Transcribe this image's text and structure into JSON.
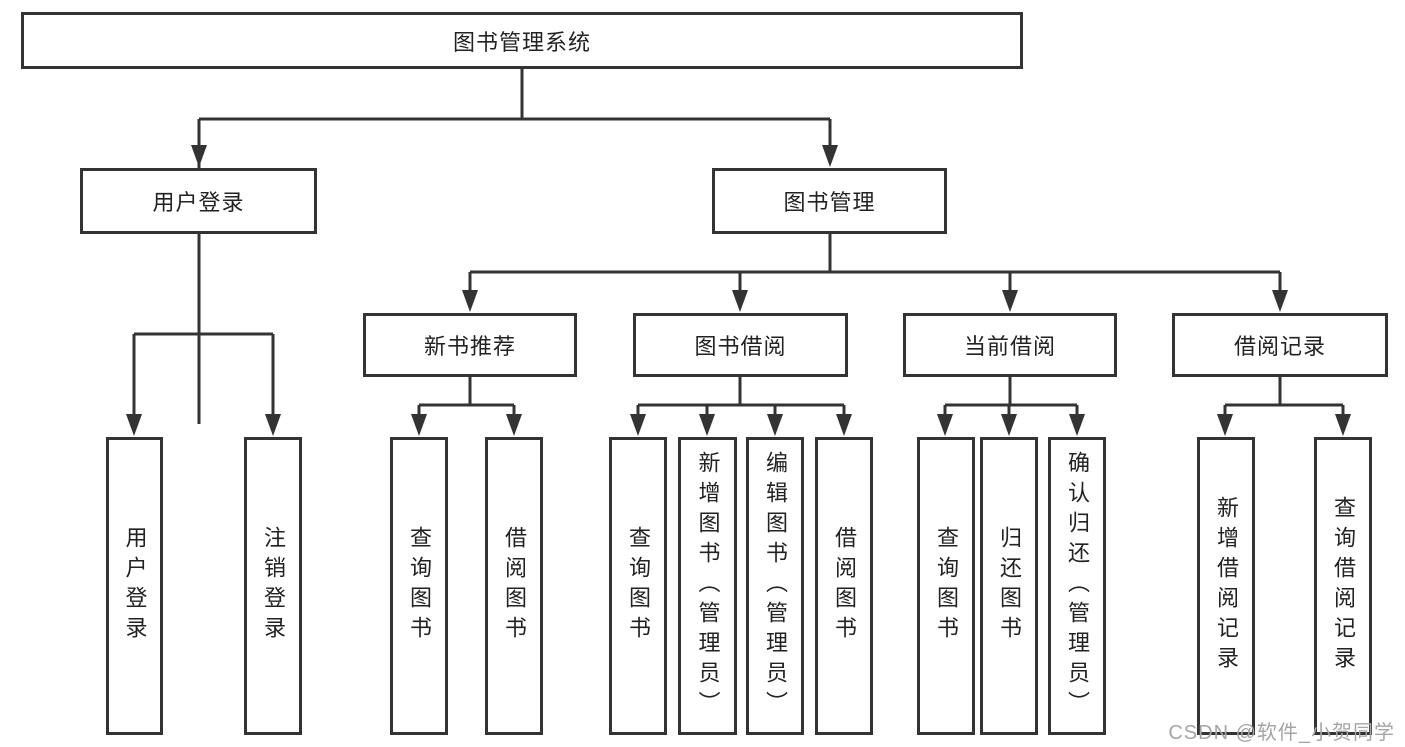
{
  "tree": {
    "root": {
      "label": "图书管理系统"
    },
    "branches": [
      {
        "label": "用户登录",
        "children": [
          {
            "label": "用户登录"
          },
          {
            "label": "注销登录"
          }
        ]
      },
      {
        "label": "图书管理",
        "children": [
          {
            "label": "新书推荐",
            "children": [
              {
                "label": "查询图书"
              },
              {
                "label": "借阅图书"
              }
            ]
          },
          {
            "label": "图书借阅",
            "children": [
              {
                "label": "查询图书"
              },
              {
                "label": "新增图书（管理员）"
              },
              {
                "label": "编辑图书（管理员）"
              },
              {
                "label": "借阅图书"
              }
            ]
          },
          {
            "label": "当前借阅",
            "children": [
              {
                "label": "查询图书"
              },
              {
                "label": "归还图书"
              },
              {
                "label": "确认归还（管理员）"
              }
            ]
          },
          {
            "label": "借阅记录",
            "children": [
              {
                "label": "新增借阅记录"
              },
              {
                "label": "查询借阅记录"
              }
            ]
          }
        ]
      }
    ]
  },
  "watermark": {
    "text": "CSDN @软件_小贺同学"
  },
  "colors": {
    "line": "#333333",
    "box_border": "#333333",
    "text": "#222222",
    "watermark": "#a5a5a5",
    "background": "#ffffff"
  }
}
